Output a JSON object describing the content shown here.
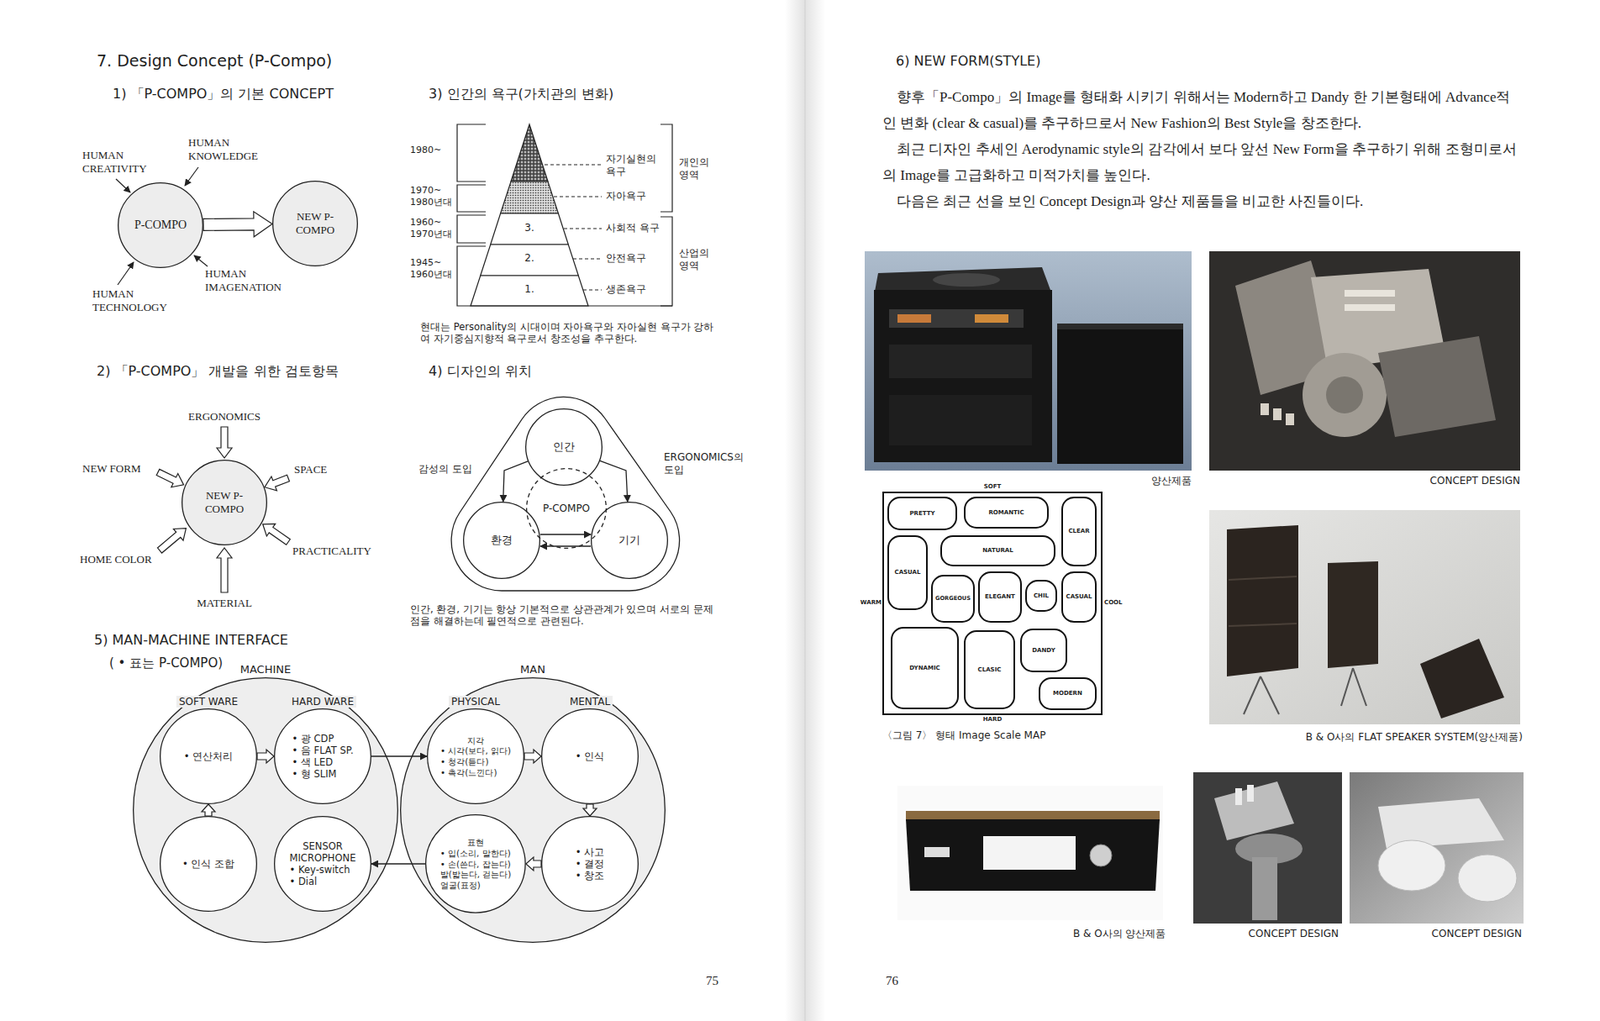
{
  "diagram": {
    "title": "7. Design Concept (P-Compo)",
    "nodes": [
      {
        "text": [
          "P-COMPO"
        ]
      },
      {
        "text": [
          "NEW P-COMPO"
        ]
      },
      {
        "text": [
          "NEW P-COMPO"
        ]
      },
      {
        "text": [
          "인간"
        ]
      },
      {
        "text": [
          "P-COMPO"
        ]
      },
      {
        "text": [
          "환경"
        ]
      },
      {
        "text": [
          "기기"
        ]
      },
      {
        "text": [
          "MACHINE"
        ]
      },
      {
        "text": [
          "SOFT WARE",
          "• 연산처리"
        ],
        "in": 7
      },
      {
        "text": [
          "HARD WARE",
          "• 광 CDP",
          "• 음 FLAT SP.",
          "• 색 LED",
          "• 형 SLIM"
        ],
        "in": 7
      },
      {
        "text": [
          "• 인식 조합"
        ],
        "in": 7
      },
      {
        "text": [
          "SENSOR",
          "MICROPHONE",
          "• Key-switch",
          "• Dial"
        ],
        "in": 7
      },
      {
        "text": [
          "MAN"
        ]
      },
      {
        "text": [
          "PHYSICAL",
          "지각",
          "• 시각(보다, 읽다)",
          "• 청각(듣다)",
          "• 촉각(느낀다)"
        ],
        "in": 12
      },
      {
        "text": [
          "MENTAL",
          "• 인식"
        ],
        "in": 12
      },
      {
        "text": [
          "표현",
          "• 입(소리, 말한다)",
          "• 손(쓴다, 잡는다)",
          "발(밟는다, 걷는다)",
          "얼굴(표정)"
        ],
        "in": 12
      },
      {
        "text": [
          "• 사고",
          "• 결정",
          "• 창조"
        ],
        "in": 12
      },
      {
        "text": [
          "PRETTY"
        ]
      },
      {
        "text": [
          "ROMANTIC"
        ]
      },
      {
        "text": [
          "CLEAR"
        ]
      },
      {
        "text": [
          "NATURAL"
        ]
      },
      {
        "text": [
          "CASUAL"
        ]
      },
      {
        "text": [
          "GORGEOUS"
        ]
      },
      {
        "text": [
          "ELEGANT"
        ]
      },
      {
        "text": [
          "CHIL"
        ]
      },
      {
        "text": [
          "CASUAL"
        ]
      },
      {
        "text": [
          "DANDY"
        ]
      },
      {
        "text": [
          "DYNAMIC"
        ]
      },
      {
        "text": [
          "CLASIC"
        ]
      },
      {
        "text": [
          "MODERN"
        ]
      }
    ],
    "edges": [
      {
        "from": 0,
        "to": 1,
        "arrow": "to"
      },
      {
        "from": 3,
        "to": 5,
        "label": "감성의 도입",
        "arrow": "to"
      },
      {
        "from": 3,
        "to": 6,
        "label": "ERGONOMICS의 도입",
        "arrow": "to"
      },
      {
        "from": 5,
        "to": 6,
        "arrow": "to"
      },
      {
        "from": 6,
        "to": 5,
        "arrow": "to"
      },
      {
        "from": 8,
        "to": 9,
        "arrow": "to"
      },
      {
        "from": 9,
        "to": 13,
        "arrow": "to"
      },
      {
        "from": 13,
        "to": 14,
        "arrow": "to"
      },
      {
        "from": 14,
        "to": 16,
        "arrow": "to"
      },
      {
        "from": 16,
        "to": 15,
        "arrow": "to"
      },
      {
        "from": 15,
        "to": 11,
        "arrow": "to"
      },
      {
        "from": 10,
        "to": 8,
        "arrow": "to"
      }
    ],
    "labels": [
      "1) 「P-COMPO」의 기본 CONCEPT",
      "HUMAN KNOWLEDGE",
      "HUMAN CREATIVITY",
      "HUMAN IMAGENATION",
      "HUMAN TECHNOLOGY",
      "3) 인간의 욕구(가치관의 변화)",
      "1980~",
      "1970~ 1980년대",
      "1960~ 1970년대",
      "1945~ 1960년대",
      "자기실현의 욕구",
      "자아욕구",
      "3.",
      "사회적 욕구",
      "2.",
      "안전욕구",
      "1.",
      "생존욕구",
      "개인의 영역",
      "산업의 영역",
      "현대는 Personality의 시대이며 자아욕구와 자아실현 욕구가 강하여 자기중심지향적 욕구로서 창조성을 추구한다.",
      "2) 「P-COMPO」 개발을 위한 검토항목",
      "ERGONOMICS",
      "NEW FORM",
      "SPACE",
      "HOME COLOR",
      "PRACTICALITY",
      "MATERIAL",
      "4) 디자인의 위치",
      "인간, 환경, 기기는 항상 기본적으로 상관관계가 있으며 서로의 문제점을 해결하는데 필연적으로 관련된다.",
      "5) MAN-MACHINE INTERFACE",
      "( • 표는 P-COMPO)",
      "75",
      "6) NEW FORM(STYLE)",
      "향후「P-Compo」의 Image를 형태화 시키기 위해서는 Modern하고 Dandy 한 기본형태에 Advance적인 변화 (clear & casual)를 추구하므로서 New Fashion의 Best Style을 창조한다.",
      "최근 디자인 추세인 Aerodynamic style의 감각에서 보다 앞선 New Form을 추구하기 위해 조형미로서의 Image를 고급화하고 미적가치를 높인다.",
      "다음은 최근 선을 보인 Concept Design과 양산 제품들을 비교한 사진들이다.",
      "양산제품",
      "CONCEPT DESIGN",
      "SOFT",
      "WARM",
      "COOL",
      "HARD",
      "〈그림 7〉 형태 Image Scale MAP",
      "B & O사의 FLAT SPEAKER SYSTEM(양산제품)",
      "B & O사의 양산제품",
      "CONCEPT DESIGN",
      "CONCEPT DESIGN",
      "76"
    ]
  }
}
